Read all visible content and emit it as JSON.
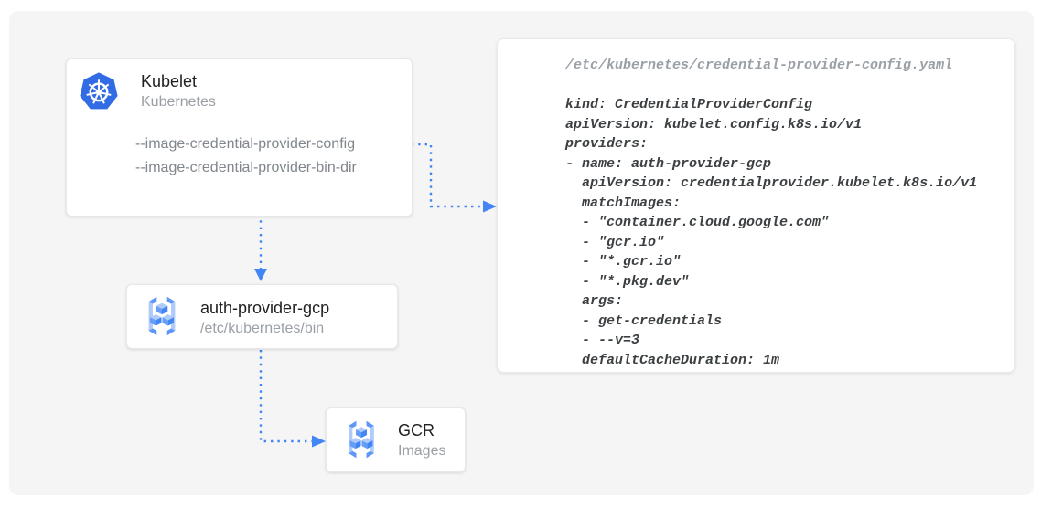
{
  "nodes": {
    "kubelet": {
      "title": "Kubelet",
      "subtitle": "Kubernetes",
      "flags": [
        "--image-credential-provider-config",
        "--image-credential-provider-bin-dir"
      ]
    },
    "auth_provider_gcp": {
      "title": "auth-provider-gcp",
      "subtitle": "/etc/kubernetes/bin"
    },
    "gcr": {
      "title": "GCR",
      "subtitle": "Images"
    }
  },
  "code_panel": {
    "filename": "/etc/kubernetes/credential-provider-config.yaml",
    "code_lines": [
      "kind: CredentialProviderConfig",
      "apiVersion: kubelet.config.k8s.io/v1",
      "providers:",
      "- name: auth-provider-gcp",
      "  apiVersion: credentialprovider.kubelet.k8s.io/v1",
      "  matchImages:",
      "  - \"container.cloud.google.com\"",
      "  - \"gcr.io\"",
      "  - \"*.gcr.io\"",
      "  - \"*.pkg.dev\"",
      "  args:",
      "  - get-credentials",
      "  - --v=3",
      "  defaultCacheDuration: 1m"
    ]
  },
  "icons": {
    "kubelet": "kubernetes-helm-icon",
    "auth_provider_gcp": "container-registry-icon",
    "gcr": "container-registry-icon"
  },
  "colors": {
    "arrow_blue": "#4285F4",
    "kubernetes_blue": "#326CE5",
    "panel_background": "#F5F5F5",
    "node_title": "#212121",
    "node_subtitle": "#9AA0A6",
    "flag_text": "#80868B",
    "code_text": "#3C4043",
    "code_filename": "#9AA0A6"
  }
}
